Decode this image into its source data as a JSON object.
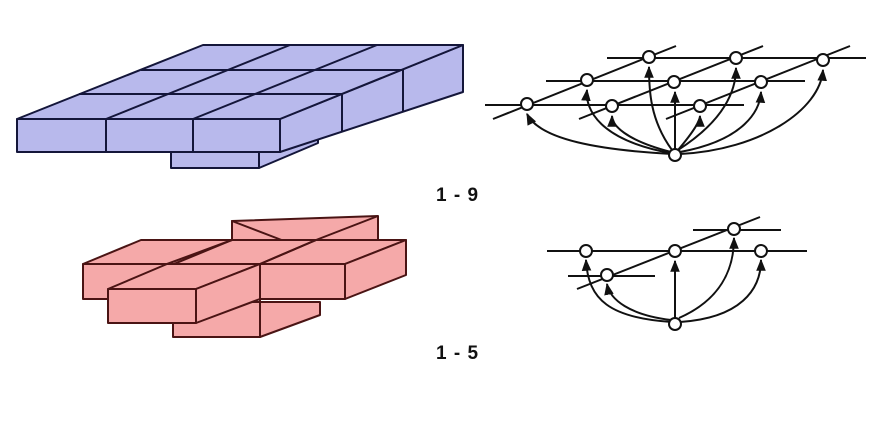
{
  "figure": {
    "rows": [
      {
        "label": "1 - 9",
        "block_count": 9,
        "block_fill": "#b8b9ec",
        "block_stroke": "#14163a",
        "graph_nodes": 9
      },
      {
        "label": "1 - 5",
        "block_count": 5,
        "block_fill": "#f5a9a9",
        "block_stroke": "#4a1414",
        "graph_nodes": 5
      }
    ]
  },
  "colors": {
    "blue_fill": "#b8b9ec",
    "red_fill": "#f5a9a9",
    "line": "#111111"
  }
}
